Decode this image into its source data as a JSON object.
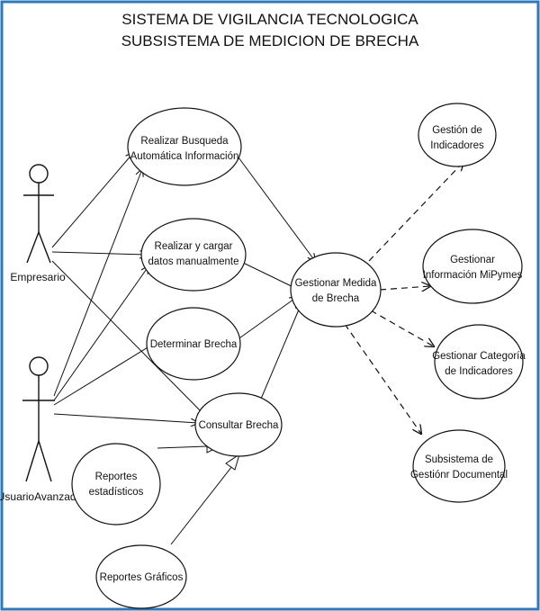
{
  "title": {
    "line1": "SISTEMA DE VIGILANCIA TECNOLOGICA",
    "line2": "SUBSISTEMA DE MEDICION DE BRECHA"
  },
  "actors": {
    "empresario": "Empresario",
    "usuario_avanzado": "UsuarioAvanzado"
  },
  "use_cases": {
    "busqueda": [
      "Realizar Busqueda",
      "Automática Información"
    ],
    "cargar": [
      "Realizar y cargar",
      "datos manualmente"
    ],
    "determinar": [
      "Determinar Brecha"
    ],
    "consultar": [
      "Consultar Brecha"
    ],
    "reportes_est": [
      "Reportes",
      "estadísticos"
    ],
    "reportes_graf": [
      "Reportes Gráficos"
    ],
    "gestionar_medida": [
      "Gestionar Medida",
      "de Brecha"
    ],
    "gestion_ind": [
      "Gestión de",
      "Indicadores"
    ],
    "gestionar_info": [
      "Gestionar",
      "Información MiPymes"
    ],
    "gestionar_cat": [
      "Gestionar Categoría",
      "de Indicadores"
    ],
    "subsistema_doc": [
      "Subsistema de",
      "Gestiónr Documental"
    ]
  },
  "colors": {
    "frame": "#2e7ab8",
    "line": "#111111",
    "fill": "#ffffff"
  }
}
